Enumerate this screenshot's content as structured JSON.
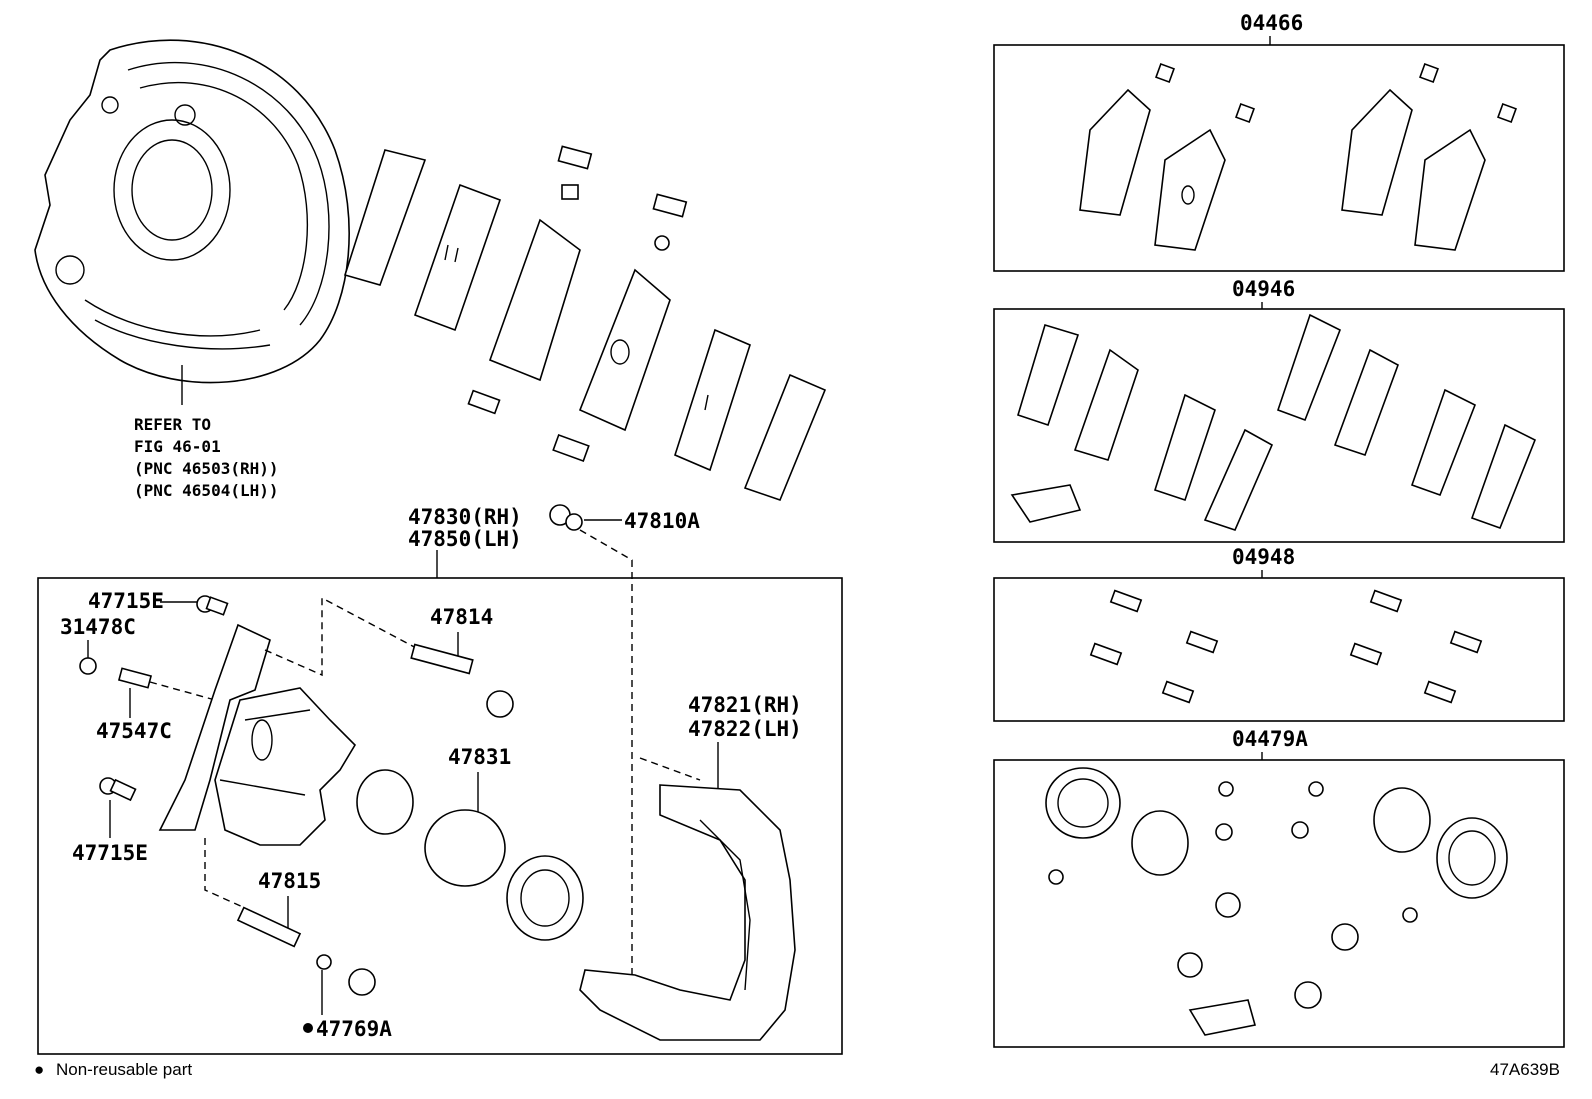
{
  "callouts": {
    "refer_to": [
      "REFER TO",
      "FIG 46-01",
      "(PNC 46503(RH))",
      "(PNC 46504(LH))"
    ],
    "caliper_rh": "47830(RH)",
    "caliper_lh": "47850(LH)",
    "bleeder": "47810A",
    "bolt_e_top": "47715E",
    "cap": "31478C",
    "pin_bolt_top": "47814",
    "bleeder_plug": "47547C",
    "piston": "47831",
    "mounting_rh": "47821(RH)",
    "mounting_lh": "47822(LH)",
    "bolt_e_bottom": "47715E",
    "pin_bolt_bottom": "47815",
    "boot": "47769A",
    "kit_pads": "04466",
    "kit_shims": "04946",
    "kit_clips": "04948",
    "kit_seals": "04479A"
  },
  "legend": {
    "bullet": "●",
    "text": "Non-reusable part"
  },
  "figure_id": "47A639B"
}
